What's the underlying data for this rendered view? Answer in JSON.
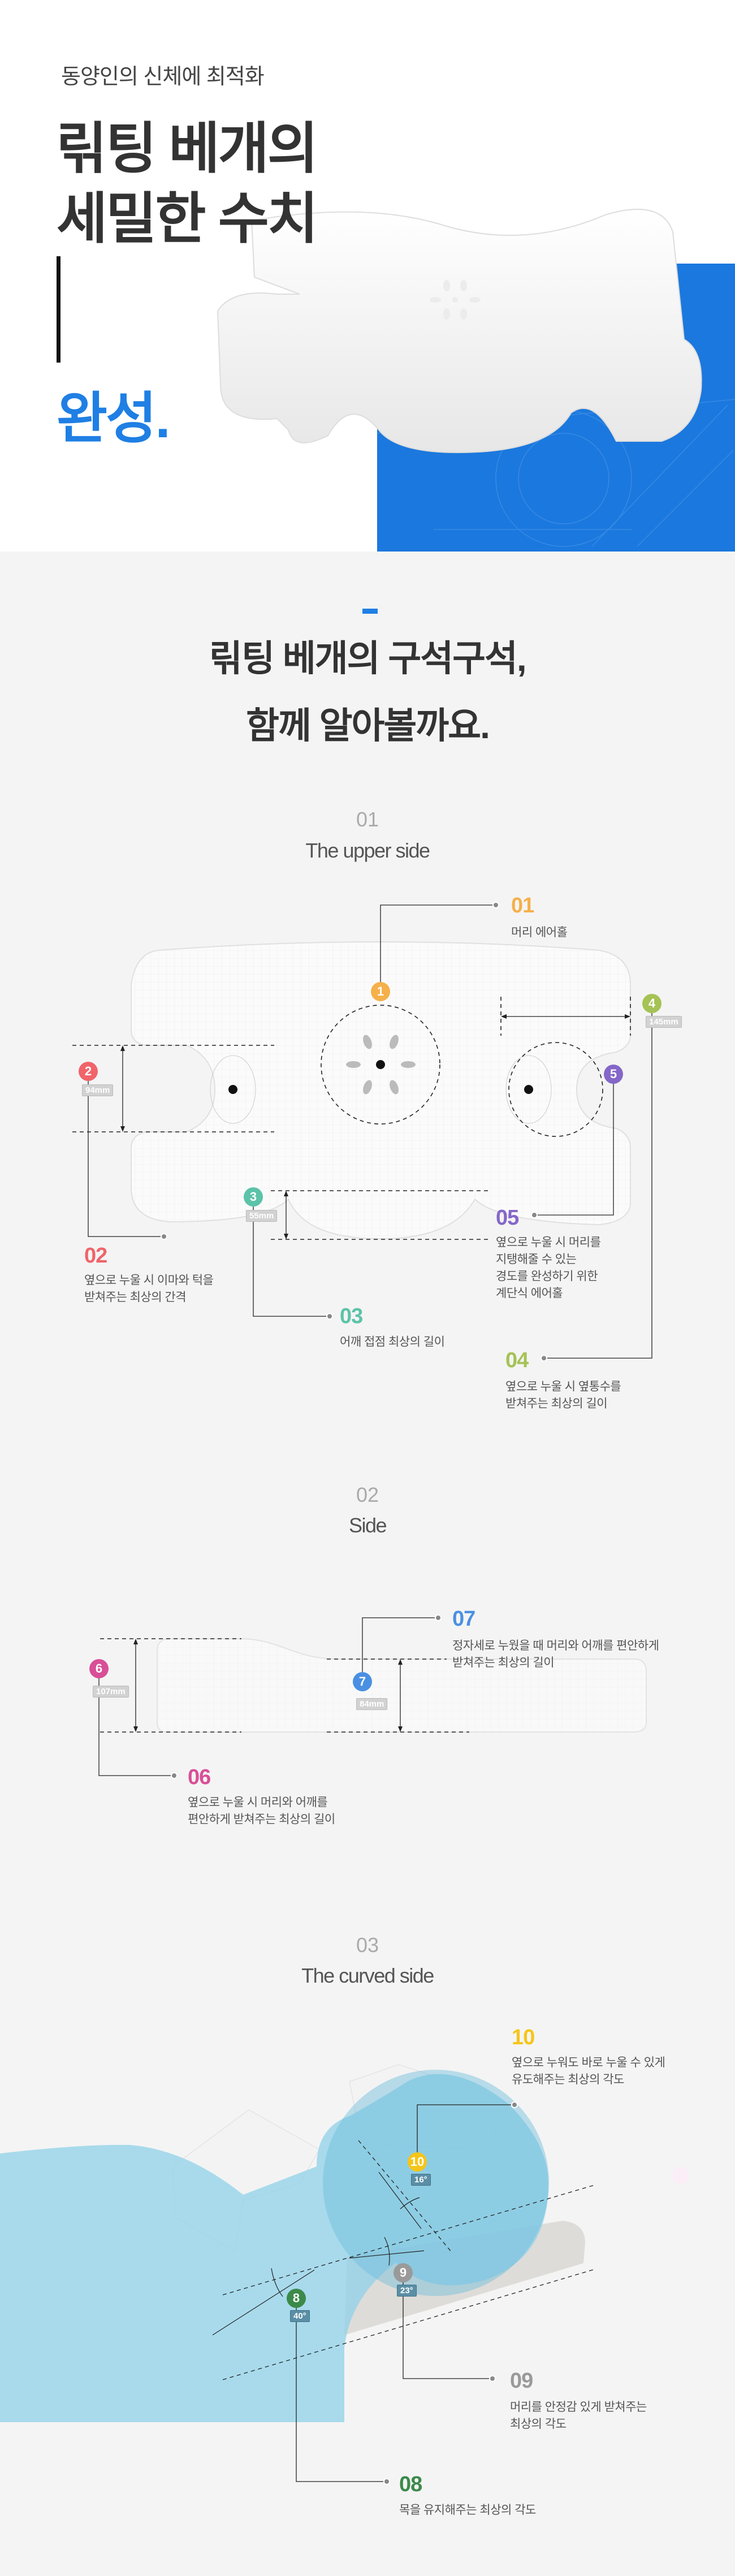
{
  "hero": {
    "subtitle": "동양인의 신체에 최적화",
    "title_line1": "릮팅 베개의",
    "title_line2": "세밀한 수치",
    "accent": "완성.",
    "accent_color": "#1f7fe4"
  },
  "intro": {
    "title_line1": "릮팅 베개의 구석구석,",
    "title_line2": "함께 알아볼까요."
  },
  "upper": {
    "num": "01",
    "name": "The upper side",
    "callouts": [
      {
        "marker": "1",
        "num": "01",
        "lines": [
          "머리 에어홀"
        ],
        "color": "#f5b04a"
      },
      {
        "marker": "2",
        "num": "02",
        "lines": [
          "옆으로 누울 시 이마와 턱을",
          "받쳐주는 최상의 간격"
        ],
        "measure": "94mm",
        "color": "#f0646a"
      },
      {
        "marker": "3",
        "num": "03",
        "lines": [
          "어깨 접점 최상의 길이"
        ],
        "measure": "55mm",
        "color": "#5cc3a8"
      },
      {
        "marker": "4",
        "num": "04",
        "lines": [
          "옆으로 누울 시 옆통수를",
          "받쳐주는 최상의 길이"
        ],
        "measure": "145mm",
        "color": "#a5c255"
      },
      {
        "marker": "5",
        "num": "05",
        "lines": [
          "옆으로 누울 시 머리를",
          "지탱해줄 수 있는",
          "경도를 완성하기 위한",
          "계단식 에어홀"
        ],
        "color": "#8467c8"
      }
    ]
  },
  "side": {
    "num": "02",
    "name": "Side",
    "callouts": [
      {
        "marker": "6",
        "num": "06",
        "lines": [
          "옆으로 누울 시 머리와 어깨를",
          "편안하게 받쳐주는 최상의 길이"
        ],
        "measure": "107mm",
        "color": "#d94f97"
      },
      {
        "marker": "7",
        "num": "07",
        "lines": [
          "정자세로 누웠을 때 머리와 어깨를 편안하게",
          "받쳐주는 최상의 길이"
        ],
        "measure": "84mm",
        "color": "#4a90e2"
      }
    ]
  },
  "curved": {
    "num": "03",
    "name": "The curved side",
    "callouts": [
      {
        "marker": "8",
        "num": "08",
        "lines": [
          "목을 유지해주는 최상의 각도"
        ],
        "measure": "40°",
        "color": "#3c8a4a"
      },
      {
        "marker": "9",
        "num": "09",
        "lines": [
          "머리를 안정감 있게 받쳐주는",
          "최상의 각도"
        ],
        "measure": "23°",
        "color": "#9a9a9a"
      },
      {
        "marker": "10",
        "num": "10",
        "lines": [
          "옆으로 누워도 바로 누울 수 있게",
          "유도해주는 최상의 각도"
        ],
        "measure": "16°",
        "color": "#f5c518"
      }
    ]
  }
}
